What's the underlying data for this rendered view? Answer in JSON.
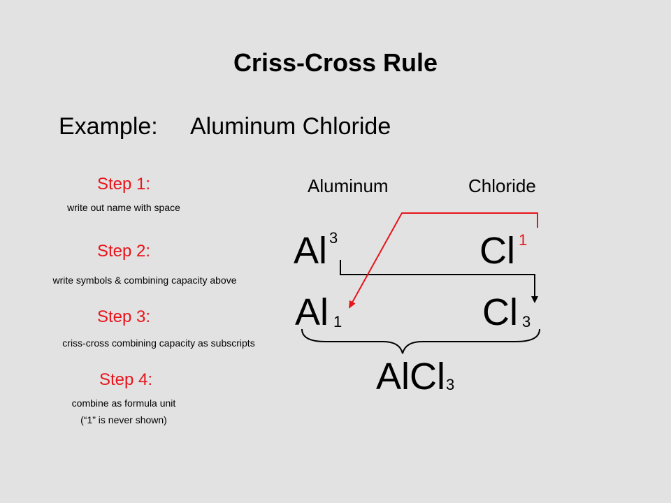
{
  "title": "Criss-Cross Rule",
  "example": {
    "label": "Example:",
    "value": "Aluminum Chloride"
  },
  "steps": [
    {
      "label": "Step 1:",
      "desc": "write out name with space"
    },
    {
      "label": "Step 2:",
      "desc": "write symbols & combining capacity above"
    },
    {
      "label": "Step 3:",
      "desc": "criss-cross combining capacity as subscripts"
    },
    {
      "label": "Step 4:",
      "desc_line1": "combine as formula unit",
      "desc_line2": "(“1” is never shown)"
    }
  ],
  "names": {
    "cation": "Aluminum",
    "anion": "Chloride"
  },
  "row2": {
    "cation_symbol": "Al",
    "cation_capacity": "3",
    "anion_symbol": "Cl",
    "anion_capacity": "1"
  },
  "row3": {
    "cation_symbol": "Al",
    "cation_subscript": "1",
    "anion_symbol": "Cl",
    "anion_subscript": "3"
  },
  "formula": {
    "text": "AlCl",
    "subscript": "3"
  },
  "colors": {
    "background": "#e2e2e2",
    "accent_red": "#e8141b",
    "text": "#000000"
  }
}
